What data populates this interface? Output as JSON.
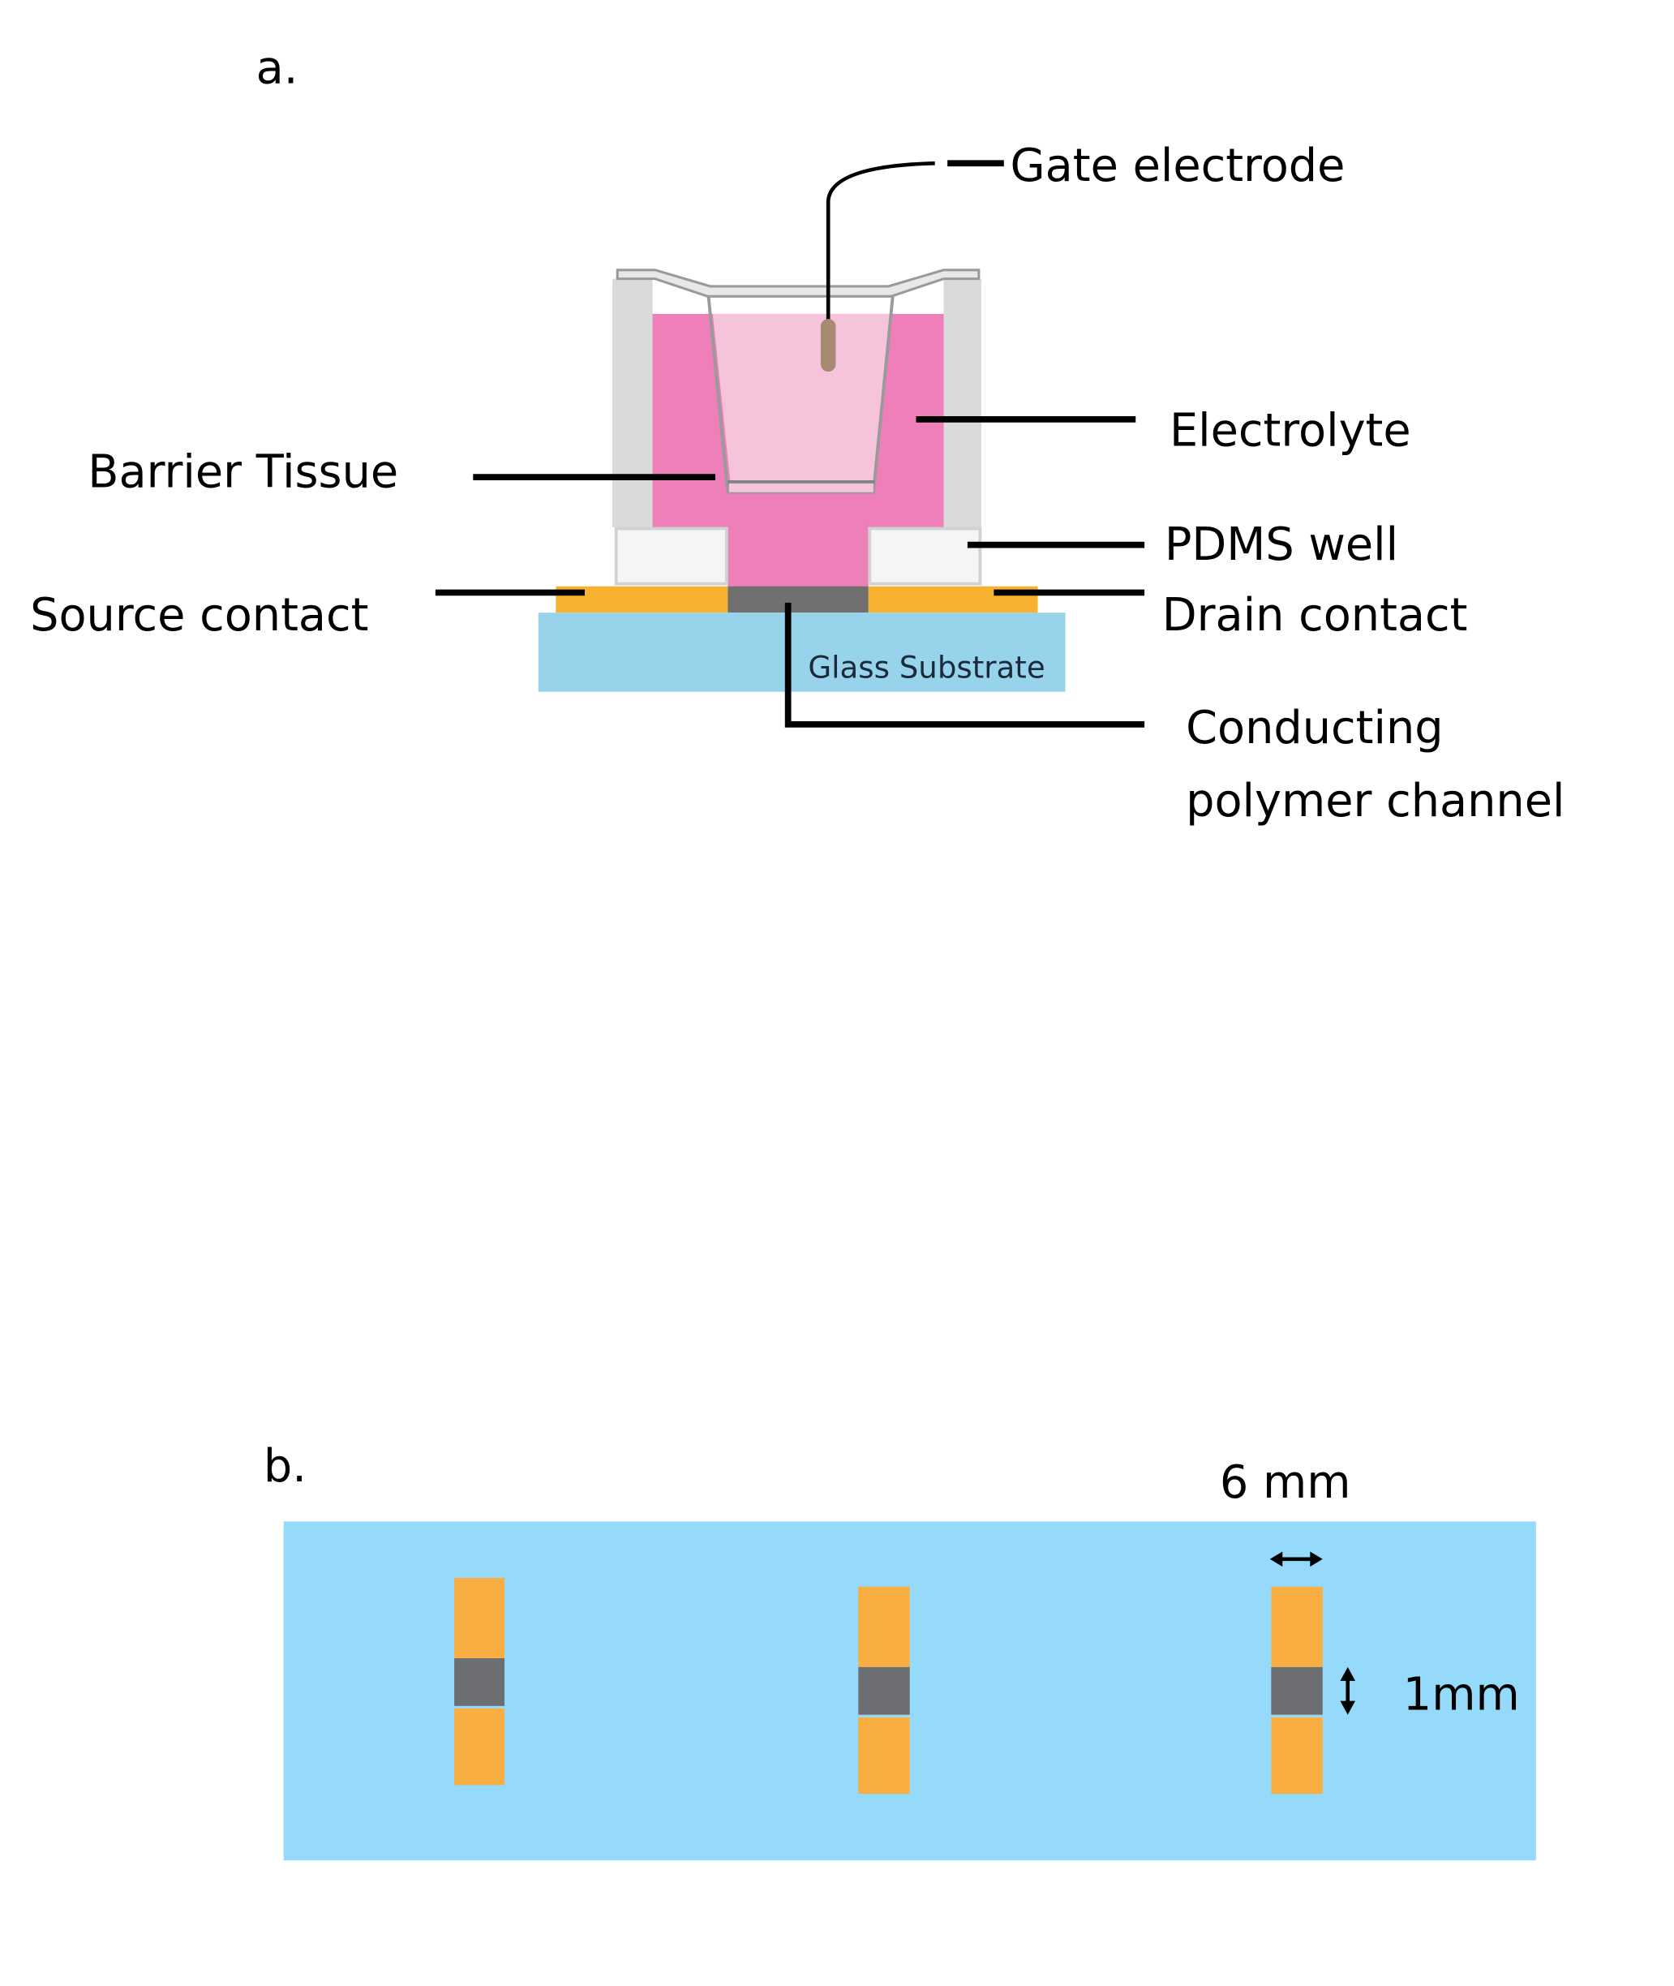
{
  "panel_a": {
    "label": "a.",
    "callouts": {
      "gate_electrode": "Gate electrode",
      "electrolyte": "Electrolyte",
      "barrier_tissue": "Barrier Tissue",
      "pdms_well": "PDMS well",
      "source_contact": "Source contact",
      "drain_contact": "Drain contact",
      "conducting_polymer_line1": "Conducting",
      "conducting_polymer_line2": "polymer channel"
    },
    "substrate_label": "Glass Substrate"
  },
  "panel_b": {
    "label": "b.",
    "dimension_width": "6 mm",
    "dimension_channel": "1mm",
    "device_count": 3
  },
  "colors": {
    "electrolyte_outer": "#ef7fb9",
    "electrolyte_insert": "#f6c4da",
    "holder_grey": "#d9dadb",
    "pdms_white": "#f5f5f5",
    "gold_contact": "#f6b130",
    "channel_grey": "#707070",
    "glass_substrate_a": "#97d4ec",
    "glass_substrate_b": "#95dafa",
    "gate_tip": "#a68a72",
    "device_orange": "#f9ae42",
    "device_channel": "#6d6e71"
  }
}
